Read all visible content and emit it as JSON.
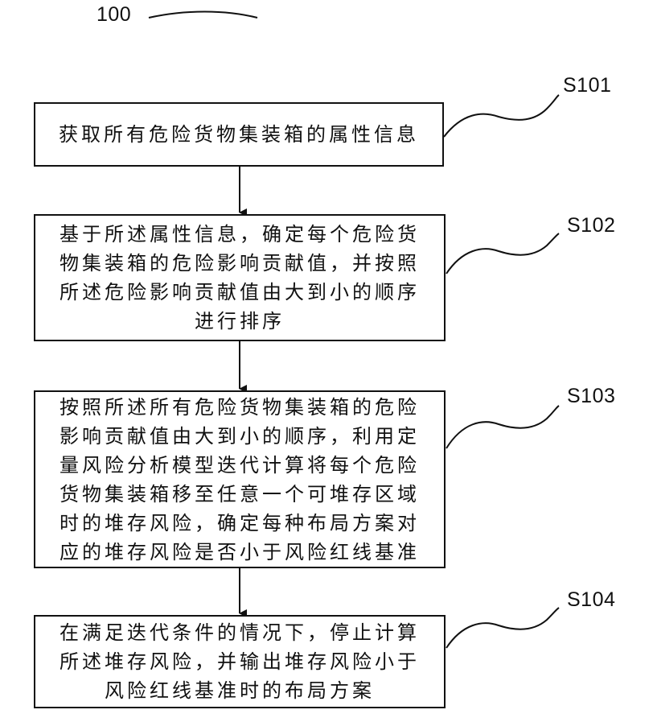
{
  "figure": {
    "ref_label": "100",
    "steps": [
      {
        "id": "S101",
        "text": "获取所有危险货物集装箱的属性信息"
      },
      {
        "id": "S102",
        "text": "基于所述属性信息，确定每个危险货\n物集装箱的危险影响贡献值，并按照\n所述危险影响贡献值由大到小的顺序\n进行排序"
      },
      {
        "id": "S103",
        "text": "按照所述所有危险货物集装箱的危险\n影响贡献值由大到小的顺序，利用定\n量风险分析模型迭代计算将每个危险\n货物集装箱移至任意一个可堆存区域\n时的堆存风险，确定每种布局方案对\n应的堆存风险是否小于风险红线基准"
      },
      {
        "id": "S104",
        "text": "在满足迭代条件的情况下，停止计算\n所述堆存风险，并输出堆存风险小于\n风险红线基准时的布局方案"
      }
    ]
  }
}
